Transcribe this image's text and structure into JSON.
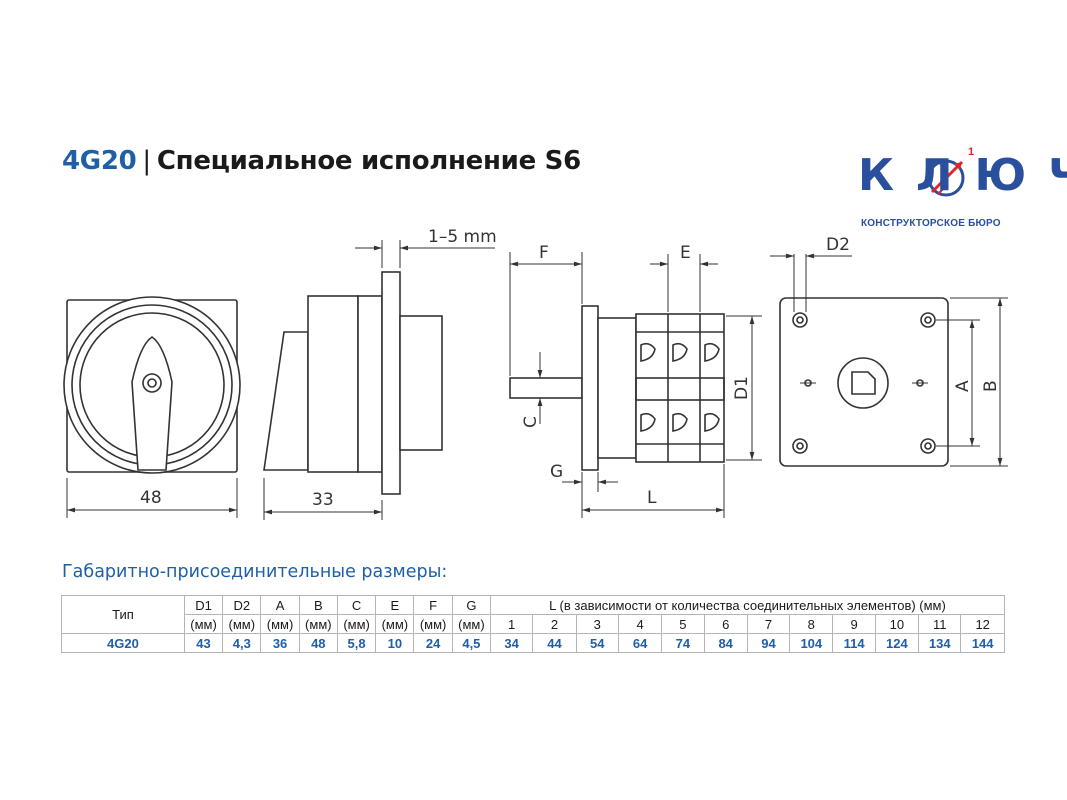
{
  "header": {
    "code": "4G20",
    "separator": "|",
    "title": "Специальное исполнение S6"
  },
  "logo": {
    "word": "КЛЮЧ",
    "superscript": "1",
    "subtitle": "КОНСТРУКТОРСКОЕ БЮРО",
    "color": "#2a4f9c",
    "accent": "#e0262b"
  },
  "drawing": {
    "labels": {
      "width_front": "48",
      "depth_side": "33",
      "panel_range": "1–5 mm",
      "F": "F",
      "E": "E",
      "D1": "D1",
      "C": "C",
      "G": "G",
      "L": "L",
      "D2": "D2",
      "A": "A",
      "B": "B"
    }
  },
  "table": {
    "title": "Габаритно-присоединительные размеры:",
    "type_header": "Тип",
    "columns": [
      {
        "name": "D1",
        "unit": "(мм)"
      },
      {
        "name": "D2",
        "unit": "(мм)"
      },
      {
        "name": "A",
        "unit": "(мм)"
      },
      {
        "name": "B",
        "unit": "(мм)"
      },
      {
        "name": "C",
        "unit": "(мм)"
      },
      {
        "name": "E",
        "unit": "(мм)"
      },
      {
        "name": "F",
        "unit": "(мм)"
      },
      {
        "name": "G",
        "unit": "(мм)"
      }
    ],
    "l_header": "L (в зависимости от количества соединительных элементов) (мм)",
    "l_counts": [
      "1",
      "2",
      "3",
      "4",
      "5",
      "6",
      "7",
      "8",
      "9",
      "10",
      "11",
      "12"
    ],
    "rows": [
      {
        "type": "4G20",
        "values": [
          "43",
          "4,3",
          "36",
          "48",
          "5,8",
          "10",
          "24",
          "4,5"
        ],
        "l_values": [
          "34",
          "44",
          "54",
          "64",
          "74",
          "84",
          "94",
          "104",
          "114",
          "124",
          "134",
          "144"
        ]
      }
    ],
    "accent": "#1f5fa8"
  }
}
